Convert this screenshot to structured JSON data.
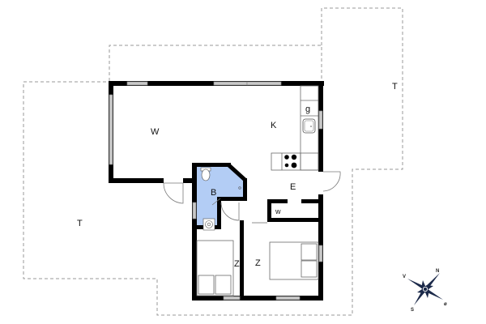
{
  "plan": {
    "rooms": {
      "living": "W",
      "kitchen": "K",
      "bathroom": "B",
      "entrance": "E",
      "utility": "w",
      "storage": "g",
      "bedroom_small": "Z",
      "bedroom_large": "Z",
      "terrace_left": "T",
      "terrace_right": "T"
    },
    "compass": {
      "north": "N",
      "south": "S",
      "west": "V",
      "east": "ø"
    },
    "colors": {
      "wall": "#000000",
      "bathroom_fill": "#b3cdf5",
      "window": "#c9c9c9",
      "terrace_outline": "#9a9a9a",
      "compass": "#1c2a4a"
    }
  }
}
